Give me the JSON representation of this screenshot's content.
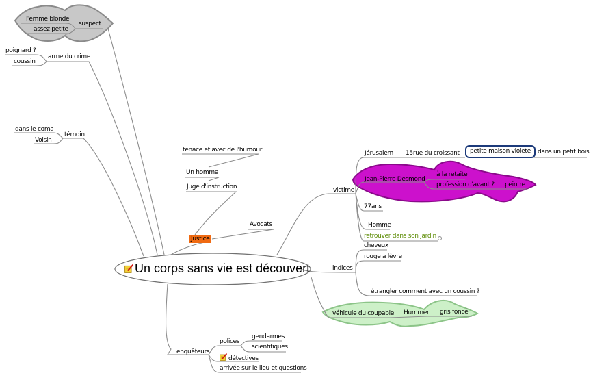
{
  "central": {
    "title": "Un corps sans vie est découvert",
    "icon": "note-pencil-icon"
  },
  "branches": {
    "suspect": {
      "label": "suspect",
      "children": [
        "Femme blonde",
        "assez petite"
      ],
      "cloud_color": "#c8c8c8",
      "cloud_border": "#8a8a8a"
    },
    "arme": {
      "label": "arme du crime",
      "children": [
        "poignard ?",
        "coussin"
      ]
    },
    "temoin": {
      "label": "témoin",
      "children": [
        "dans le coma",
        "Voisin"
      ]
    },
    "justice": {
      "label": "Justice",
      "highlight_color": "#f06a12",
      "children": {
        "juge": {
          "label": "Juge d'instruction",
          "children": {
            "homme": {
              "label": "Un homme",
              "children": [
                "tenace et avec de l'humour"
              ]
            }
          }
        },
        "avocats": {
          "label": "Avocats"
        }
      }
    },
    "victime": {
      "label": "victime",
      "cloud_color": "#cc11cc",
      "cloud_border": "#8a0a8a",
      "children": {
        "jerusalem": {
          "label": "Jérusalem",
          "rue": "15rue du croissant",
          "maison": "petite maison violete",
          "bois": "dans un petit bois"
        },
        "nom": {
          "label": "Jean-Pierre Desmond",
          "retraite": "à la retaite",
          "profession": "profession d'avant ?",
          "peintre": "peintre"
        },
        "age": "77ans",
        "sexe": "Homme",
        "lieu": "retrouver dans son jardin"
      }
    },
    "indices": {
      "label": "indices",
      "children": [
        "cheveux",
        "rouge a lèvre",
        "étrangler comment  avec un coussin ?"
      ]
    },
    "vehicule": {
      "label": "véhicule du coupable",
      "children": [
        "Hummer",
        "gris foncé"
      ],
      "cloud_color": "#cdf0c8",
      "cloud_border": "#8cc488"
    },
    "enqueteurs": {
      "label": "enquêteurs",
      "polices": {
        "label": "polices",
        "children": [
          "gendarmes",
          "scientifiques"
        ]
      },
      "detectives": "détectives",
      "arrivee": "arrivée sur le lieu et questions"
    }
  },
  "colors": {
    "line": "#8c8c8c",
    "box_border": "#1c3a7a",
    "green_text": "#5a8a00"
  }
}
